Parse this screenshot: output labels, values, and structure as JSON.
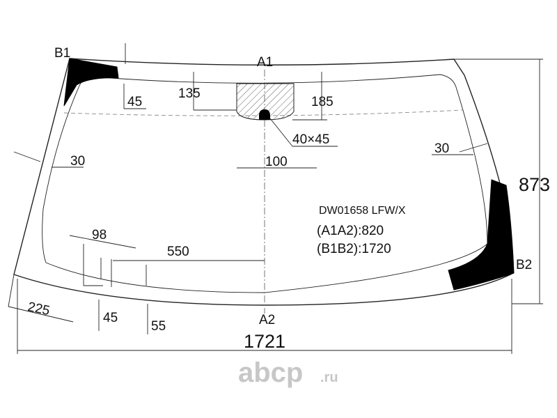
{
  "points": {
    "a1": "A1",
    "a2": "A2",
    "b1": "B1",
    "b2": "B2"
  },
  "dimensions": {
    "d45_top": "45",
    "d135": "135",
    "d185": "185",
    "sensor_size": "40×45",
    "d30_left": "30",
    "d30_right": "30",
    "d100": "100",
    "height": "873",
    "d98": "98",
    "d550": "550",
    "d225": "225",
    "d45_bottom": "45",
    "d55": "55",
    "width": "1721"
  },
  "info": {
    "code": "DW01658 LFW/X",
    "a1a2": "(A1A2):820",
    "b1b2": "(B1B2):1720"
  },
  "watermark": {
    "brand": "abcp",
    "tld": ".ru"
  },
  "colors": {
    "ink": "#111111",
    "black_area": "#000000",
    "watermark": "#c7c7c7"
  }
}
